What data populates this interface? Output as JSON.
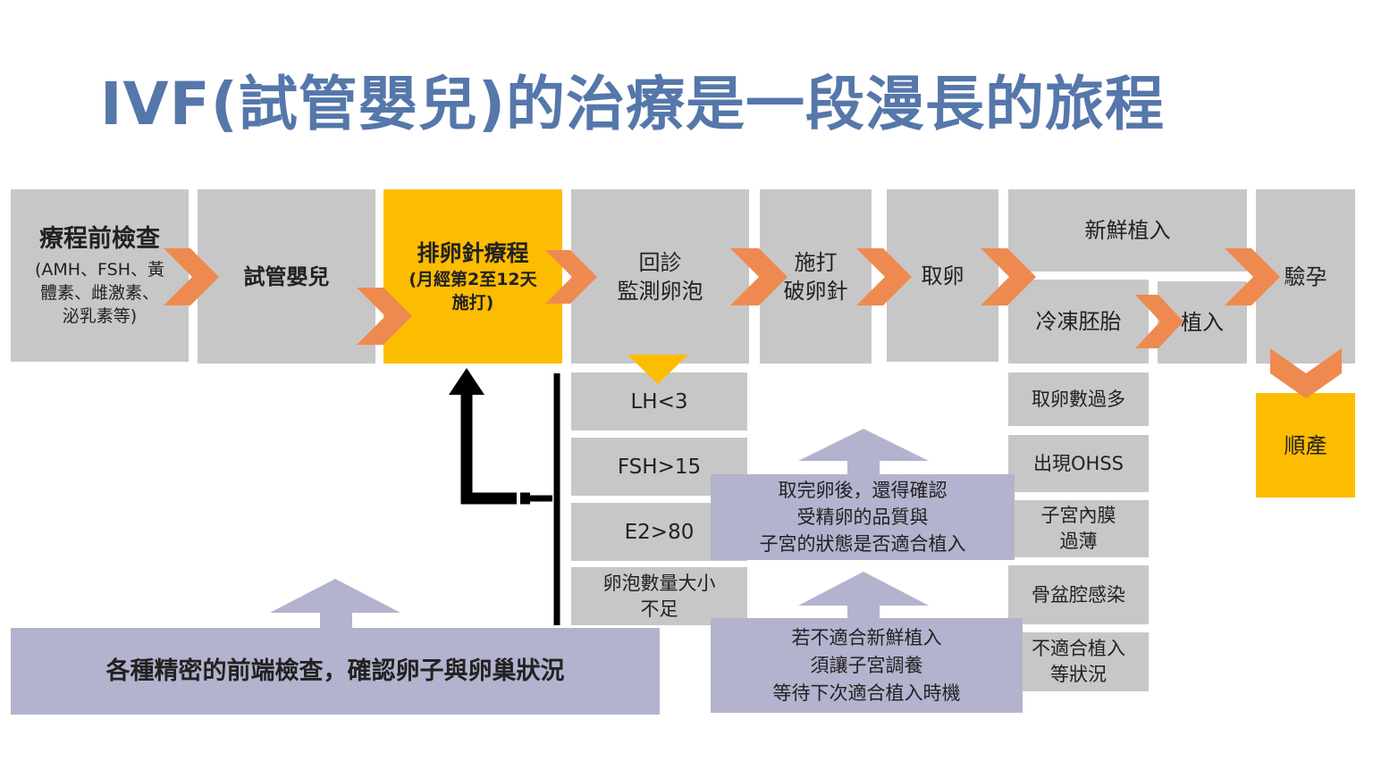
{
  "title": "IVF(試管嬰兒)的治療是一段漫長的旅程",
  "steps": {
    "pre_check": {
      "title": "療程前檢查",
      "detail": [
        "(AMH、FSH、黃",
        "體素、雌激素、",
        "泌乳素等)"
      ]
    },
    "ivf": "試管嬰兒",
    "injection": {
      "title": "排卵針療程",
      "detail": [
        "(月經第2至12天",
        "施打)"
      ]
    },
    "follow_up": [
      "回診",
      "監測卵泡"
    ],
    "trigger": [
      "施打",
      "破卵針"
    ],
    "retrieval": "取卵",
    "fresh_transfer": "新鮮植入",
    "freeze_embryo": "冷凍胚胎",
    "transfer": "植入",
    "pregnancy_test": "驗孕",
    "delivery": "順產"
  },
  "cancel_criteria": [
    "LH<3",
    "FSH>15",
    "E2>80",
    [
      "卵泡數量大小",
      "不足"
    ]
  ],
  "freeze_reasons": [
    "取卵數過多",
    "出現OHSS",
    [
      "子宮內膜",
      "過薄"
    ],
    "骨盆腔感染",
    [
      "不適合植入",
      "等狀況"
    ]
  ],
  "notes": {
    "front_check": "各種精密的前端檢查，確認卵子與卵巢狀況",
    "quality_check": [
      "取完卵後，還得確認",
      "受精卵的品質與",
      "子宮的狀態是否適合植入"
    ],
    "not_suitable": [
      "若不適合新鮮植入",
      "須讓子宮調養",
      "等待下次適合植入時機"
    ]
  },
  "colors": {
    "title": "#5577aa",
    "box_gray": "#c7c7c7",
    "highlight": "#fcbc00",
    "note": "#b3b3cf",
    "arrow": "#ee8a50",
    "connector": "#000000"
  }
}
